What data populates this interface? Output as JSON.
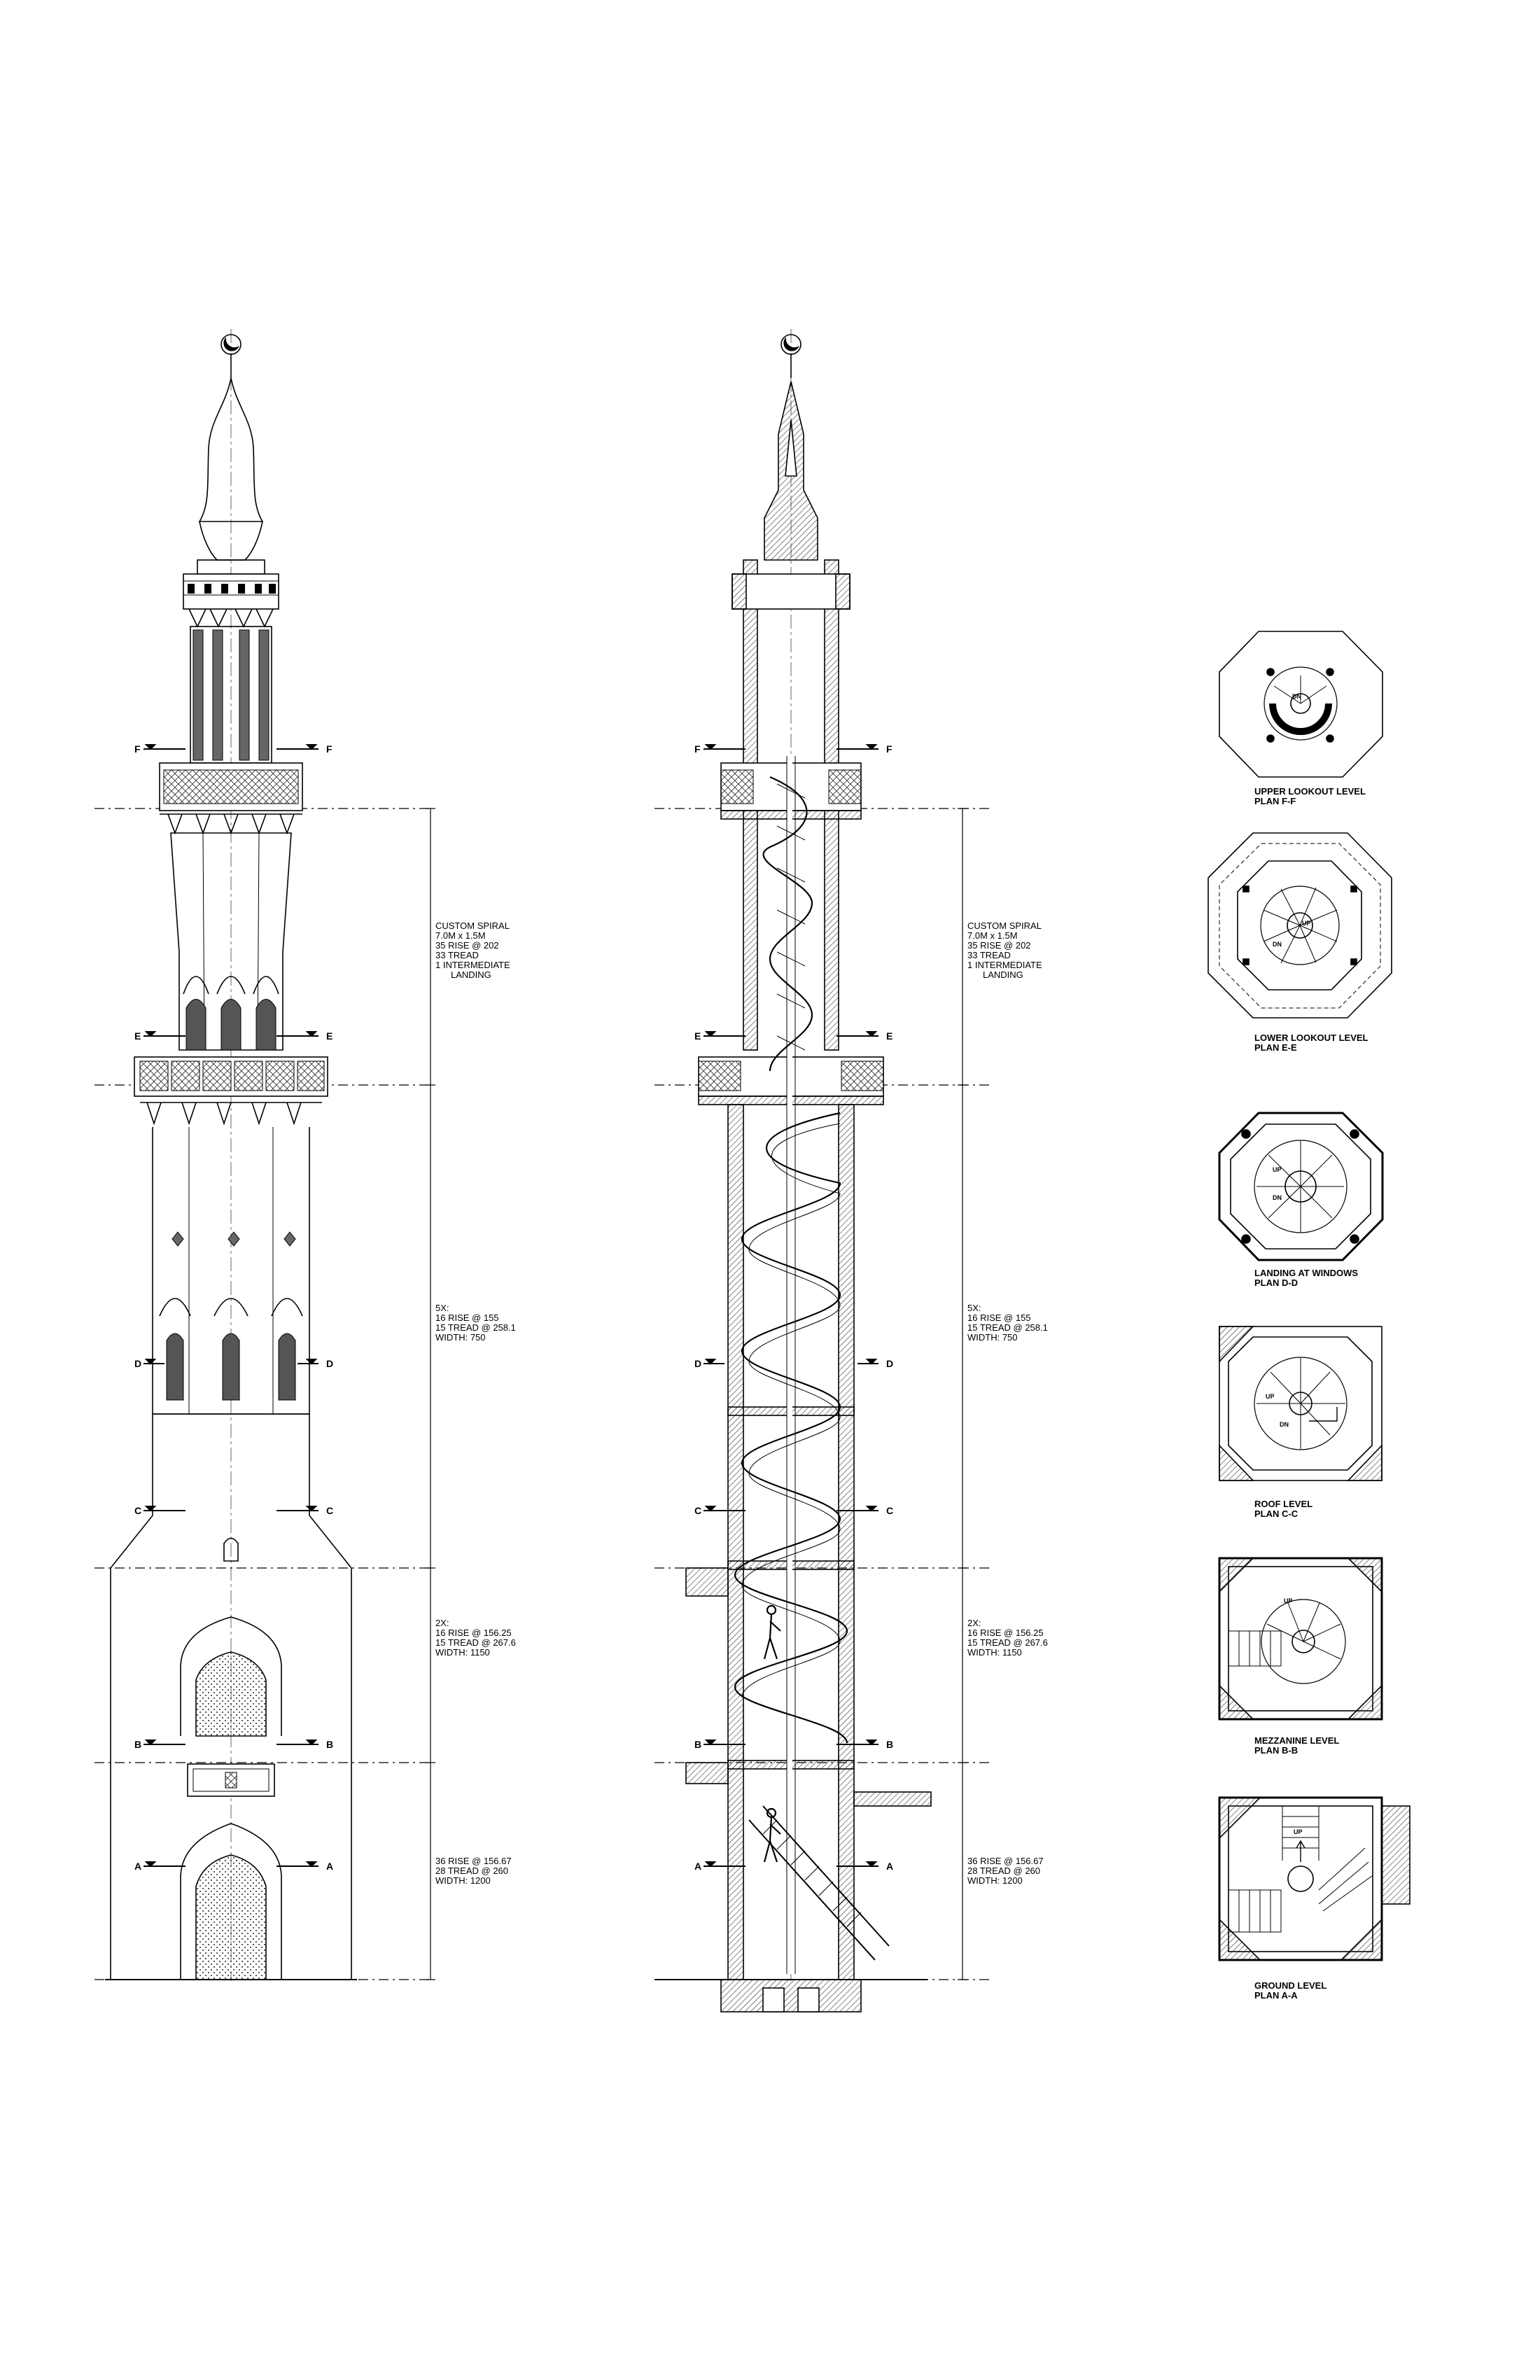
{
  "section_marks": [
    "A",
    "B",
    "C",
    "D",
    "E",
    "F"
  ],
  "elevation_notes": {
    "upper": [
      "CUSTOM SPIRAL",
      "7.0M x 1.5M",
      "35 RISE @ 202",
      "33 TREAD",
      "1 INTERMEDIATE",
      "LANDING"
    ],
    "middle": [
      "5X:",
      "16 RISE @ 155",
      "15 TREAD @ 258.1",
      "WIDTH: 750"
    ],
    "lower": [
      "2X:",
      "16 RISE @ 156.25",
      "15 TREAD @ 267.6",
      "WIDTH: 1150"
    ],
    "base": [
      "36 RISE @ 156.67",
      "28 TREAD @ 260",
      "WIDTH: 1200"
    ]
  },
  "plans": [
    {
      "title": "UPPER LOOKOUT LEVEL",
      "subtitle": "PLAN F-F",
      "shape": "octagon"
    },
    {
      "title": "LOWER LOOKOUT LEVEL",
      "subtitle": "PLAN E-E",
      "shape": "octagon"
    },
    {
      "title": "LANDING AT WINDOWS",
      "subtitle": "PLAN D-D",
      "shape": "octagon"
    },
    {
      "title": "ROOF LEVEL",
      "subtitle": "PLAN C-C",
      "shape": "square"
    },
    {
      "title": "MEZZANINE LEVEL",
      "subtitle": "PLAN B-B",
      "shape": "square"
    },
    {
      "title": "GROUND LEVEL",
      "subtitle": "PLAN A-A",
      "shape": "square"
    }
  ],
  "stair_labels": {
    "up": "UP",
    "down": "DN"
  },
  "colors": {
    "line": "#000000",
    "hatch": "#555555",
    "paper": "#ffffff"
  }
}
